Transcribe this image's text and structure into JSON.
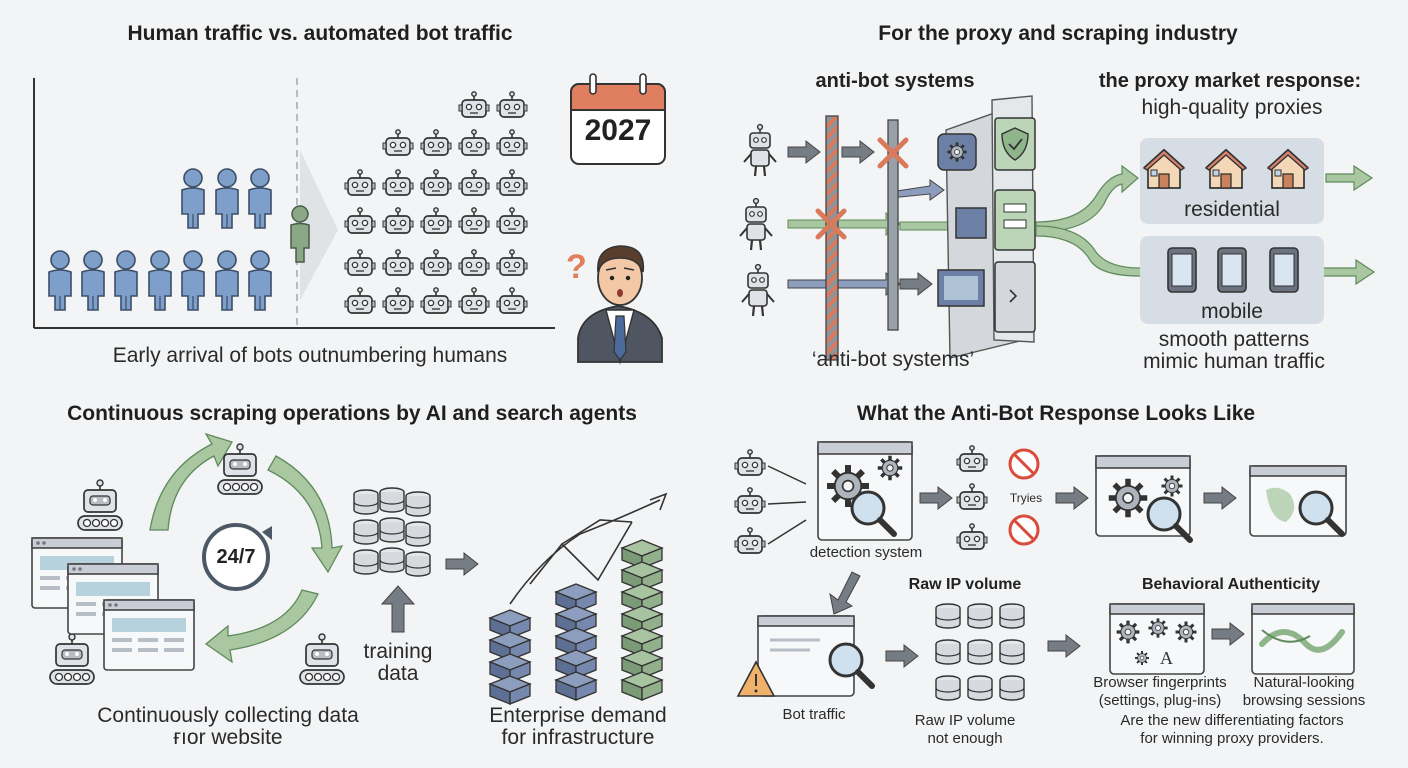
{
  "panels": {
    "traffic": {
      "title": "Human traffic vs. automated bot traffic",
      "year": "2027",
      "question_mark": "?",
      "caption": "Early arrival of bots outnumbering humans"
    },
    "proxy": {
      "title": "For the proxy and scraping industry",
      "antibot_heading": "anti-bot systems",
      "antibot_caption": "‘anti-bot systems’",
      "market_heading": "the proxy market response:",
      "market_sub": "high-quality proxies",
      "residential": "residential",
      "mobile": "mobile",
      "caption_line1": "smooth patterns",
      "caption_line2": "mimic human traffic"
    },
    "scraping": {
      "title": "Continuous scraping operations by AI and search agents",
      "clock": "24/7",
      "training_line1": "training",
      "training_line2": "data",
      "caption_line1": "Continuously collecting data",
      "caption_line2": "ғıor website",
      "enterprise_line1": "Enterprise demand",
      "enterprise_line2": "for infrastructure"
    },
    "response": {
      "title": "What the Anti-Bot Response Looks Like",
      "detection": "detection system",
      "tryies": "Tryies",
      "raw_ip_heading": "Raw IP volume",
      "raw_ip_line1": "Raw IP volume",
      "raw_ip_line2": "not enough",
      "bot_traffic": "Bot traffic",
      "behavioral_heading": "Behavioral Authenticity",
      "fingerprints_line1": "Browser fingerprints",
      "fingerprints_line2": "(settings, plug-ins)",
      "sessions_line1": "Natural-looking",
      "sessions_line2": "browsing sessions",
      "footer_line1": "Are the new differentiating factors",
      "footer_line2": "for winning proxy providers."
    }
  },
  "colors": {
    "human": "#7f9fcb",
    "human_stroke": "#3c4e68",
    "bot_fill": "#dfe2e6",
    "green_arrow": "#a9c7a0",
    "green_dark": "#5f8a5d",
    "gray_arrow": "#767c84",
    "calendar_red": "#e07f5f",
    "server_blue": "#6c7fa4",
    "server_green": "#88a582",
    "stop_red": "#d94c3c"
  }
}
